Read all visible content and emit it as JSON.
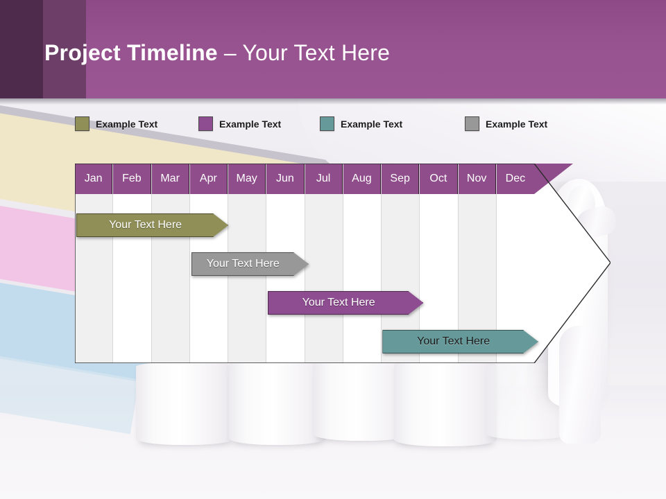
{
  "slide": {
    "title_strong": "Project Timeline",
    "title_light": " – Your Text Here"
  },
  "legend": {
    "items": [
      {
        "label": "Example Text",
        "color": "#8f8f57",
        "icon": "color-swatch-icon"
      },
      {
        "label": "Example Text",
        "color": "#8f4d91",
        "icon": "color-swatch-icon"
      },
      {
        "label": "Example Text",
        "color": "#669a9a",
        "icon": "color-swatch-icon"
      },
      {
        "label": "Example Text",
        "color": "#989898",
        "icon": "color-swatch-icon"
      }
    ]
  },
  "chart_data": {
    "type": "bar",
    "title": "Project Timeline",
    "xlabel": "",
    "ylabel": "",
    "grid": true,
    "legend_position": "top",
    "categories": [
      "Jan",
      "Feb",
      "Mar",
      "Apr",
      "May",
      "Jun",
      "Jul",
      "Aug",
      "Sep",
      "Oct",
      "Nov",
      "Dec"
    ],
    "header_color": "#8f4d8b",
    "series": [
      {
        "name": "Example Text",
        "label": "Your  Text Here",
        "color": "#8f8f57",
        "text_color": "light",
        "start_month": "Jan",
        "end_month": "May",
        "start_index": 0,
        "end_index": 3.9,
        "row": 0
      },
      {
        "name": "Example Text",
        "label": "Your  Text Here",
        "color": "#989898",
        "text_color": "light",
        "start_month": "Apr",
        "end_month": "Jul",
        "start_index": 3.0,
        "end_index": 6.0,
        "row": 1
      },
      {
        "name": "Example Text",
        "label": "Your  Text Here",
        "color": "#8f4d91",
        "text_color": "light",
        "start_month": "Jun",
        "end_month": "Sep",
        "start_index": 5.0,
        "end_index": 9.0,
        "row": 2
      },
      {
        "name": "Example Text",
        "label": "Your  Text Here",
        "color": "#669a9a",
        "text_color": "dark",
        "start_month": "Sep",
        "end_month": "Dec",
        "start_index": 8.0,
        "end_index": 12.0,
        "row": 3
      }
    ]
  }
}
